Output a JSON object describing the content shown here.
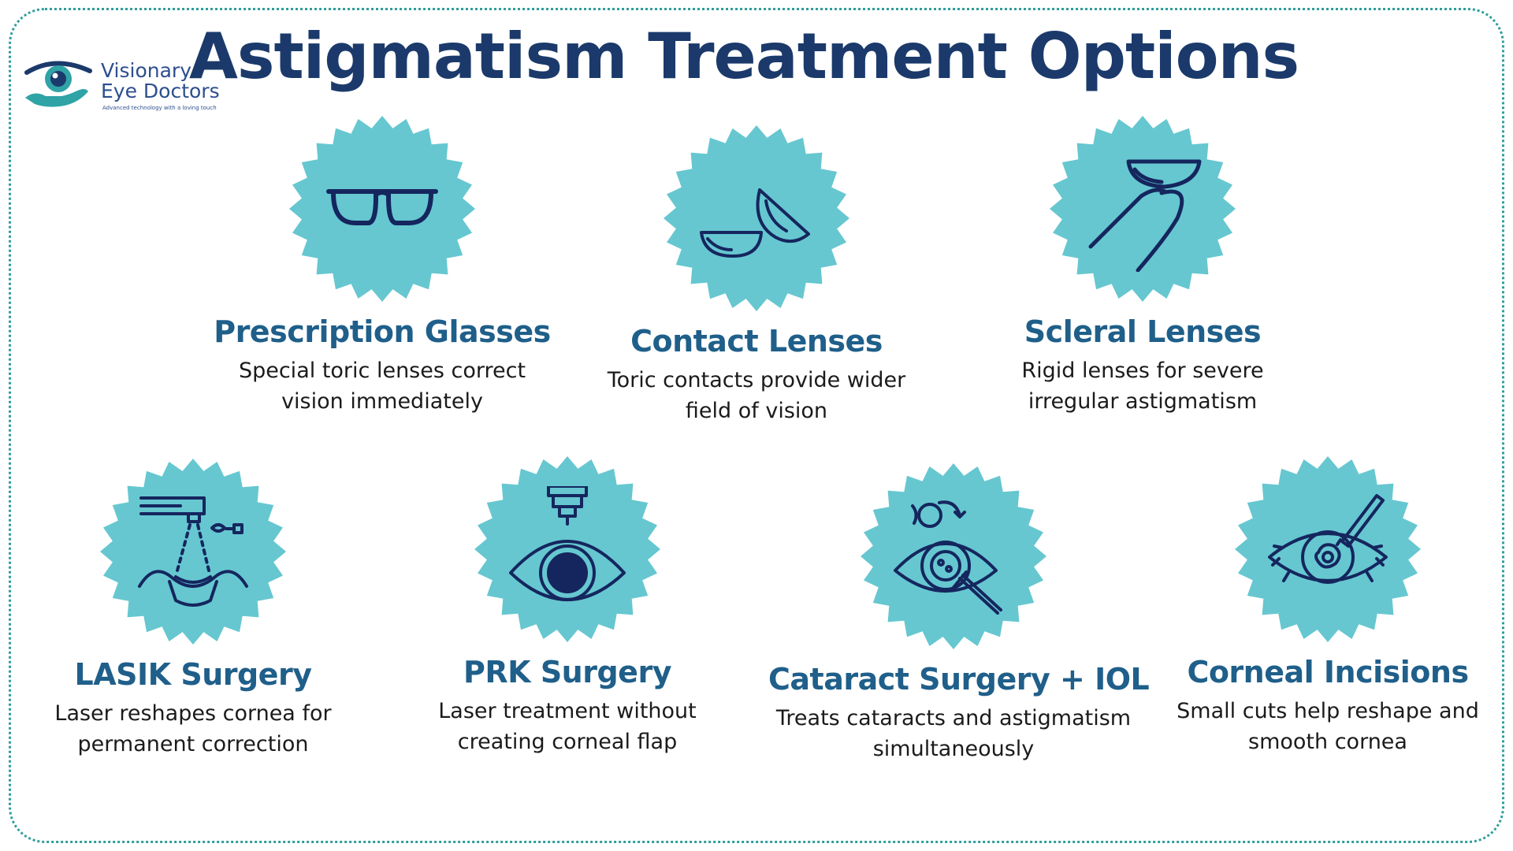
{
  "page": {
    "title": "Astigmatism Treatment Options",
    "frame_color": "#2f9e9c",
    "badge_color": "#66c7d0",
    "heading_color": "#1f5f8a",
    "title_color": "#1b3a6b"
  },
  "logo": {
    "line1": "Visionary",
    "line2": "Eye Doctors",
    "tagline": "Advanced technology with a loving touch",
    "icon": "eye-in-hand-icon"
  },
  "options": [
    {
      "title": "Prescription Glasses",
      "line1": "Special toric lenses correct",
      "line2": "vision immediately",
      "icon": "glasses-icon"
    },
    {
      "title": "Contact Lenses",
      "line1": "Toric contacts provide wider",
      "line2": "field of vision",
      "icon": "contact-lenses-icon"
    },
    {
      "title": "Scleral Lenses",
      "line1": "Rigid lenses for severe",
      "line2": "irregular astigmatism",
      "icon": "scleral-lens-on-finger-icon"
    },
    {
      "title": "LASIK Surgery",
      "line1": "Laser reshapes cornea for",
      "line2": "permanent correction",
      "icon": "laser-eye-surgery-icon"
    },
    {
      "title": "PRK Surgery",
      "line1": "Laser treatment without",
      "line2": "creating corneal flap",
      "icon": "laser-over-eye-icon"
    },
    {
      "title": "Cataract Surgery + IOL",
      "line1": "Treats cataracts and astigmatism",
      "line2": "simultaneously",
      "icon": "lens-replacement-eye-icon"
    },
    {
      "title": "Corneal Incisions",
      "line1": "Small cuts help reshape and",
      "line2": "smooth cornea",
      "icon": "scalpel-eye-icon"
    }
  ]
}
